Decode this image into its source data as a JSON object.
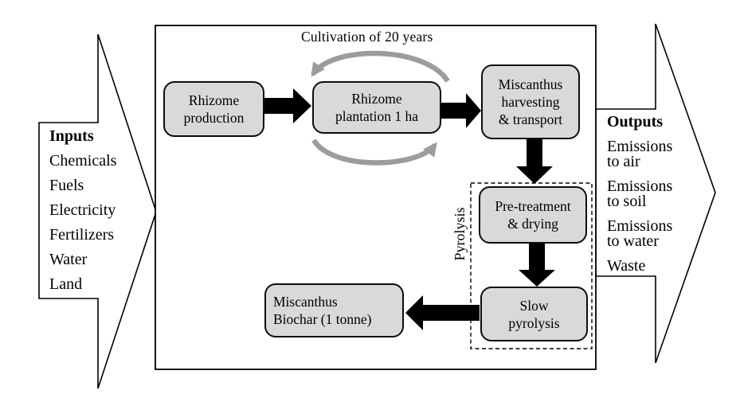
{
  "diagram": {
    "title": "Cultivation of 20 years",
    "inputs": {
      "header": "Inputs",
      "items": [
        "Chemicals",
        "Fuels",
        "Electricity",
        "Fertilizers",
        "Water",
        "Land"
      ]
    },
    "outputs": {
      "header": "Outputs",
      "items": [
        "Emissions to air",
        "Emissions to soil",
        "Emissions to water",
        "Waste"
      ]
    },
    "nodes": {
      "rhizome_production": {
        "lines": [
          "Rhizome",
          "production"
        ]
      },
      "rhizome_plantation": {
        "lines": [
          "Rhizome",
          "plantation 1 ha"
        ]
      },
      "harvesting": {
        "lines": [
          "Miscanthus",
          "harvesting",
          "& transport"
        ]
      },
      "pretreatment": {
        "lines": [
          "Pre-treatment",
          "& drying"
        ]
      },
      "slow_pyrolysis": {
        "lines": [
          "Slow",
          "pyrolysis"
        ]
      },
      "biochar": {
        "lines": [
          "Miscanthus",
          "Biochar (1 tonne)"
        ]
      }
    },
    "group_label": "Pyrolysis",
    "colors": {
      "node_fill": "#d9d9d9",
      "node_border": "#0d0d0d",
      "flow_arrow": "#000000",
      "cycle_arrow": "#9c9c9c",
      "boundary": "#000000"
    }
  }
}
